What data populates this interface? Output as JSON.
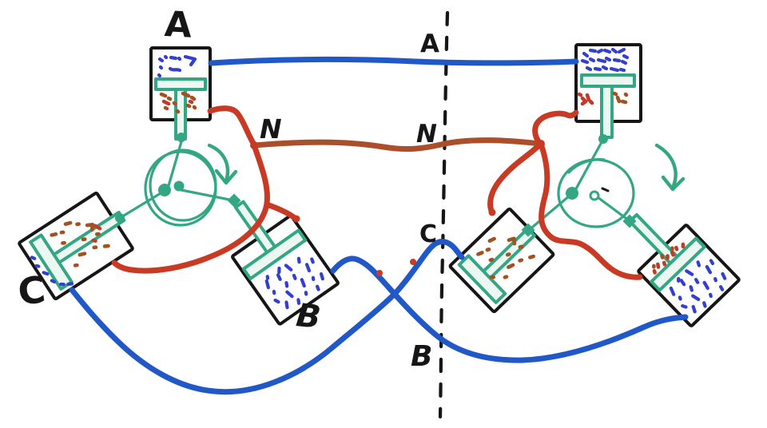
{
  "labels": {
    "cylinder_a_left": "A",
    "centerline_a": "A",
    "manifold_n_left": "N",
    "centerline_n": "N",
    "cylinder_c_left": "C",
    "centerline_c": "C",
    "cylinder_b_left": "B",
    "centerline_b": "B"
  },
  "colors": {
    "blue_wire": "#2158c8",
    "red_wire": "#c93a24",
    "red_wire_dark": "#aa4f2a",
    "green": "#33a683",
    "piston_fill": "#ecf7f1",
    "blue_scribble": "#3340cf",
    "brown_dot": "#a3511f",
    "red_dot": "#c33a28",
    "ink": "#161616"
  }
}
